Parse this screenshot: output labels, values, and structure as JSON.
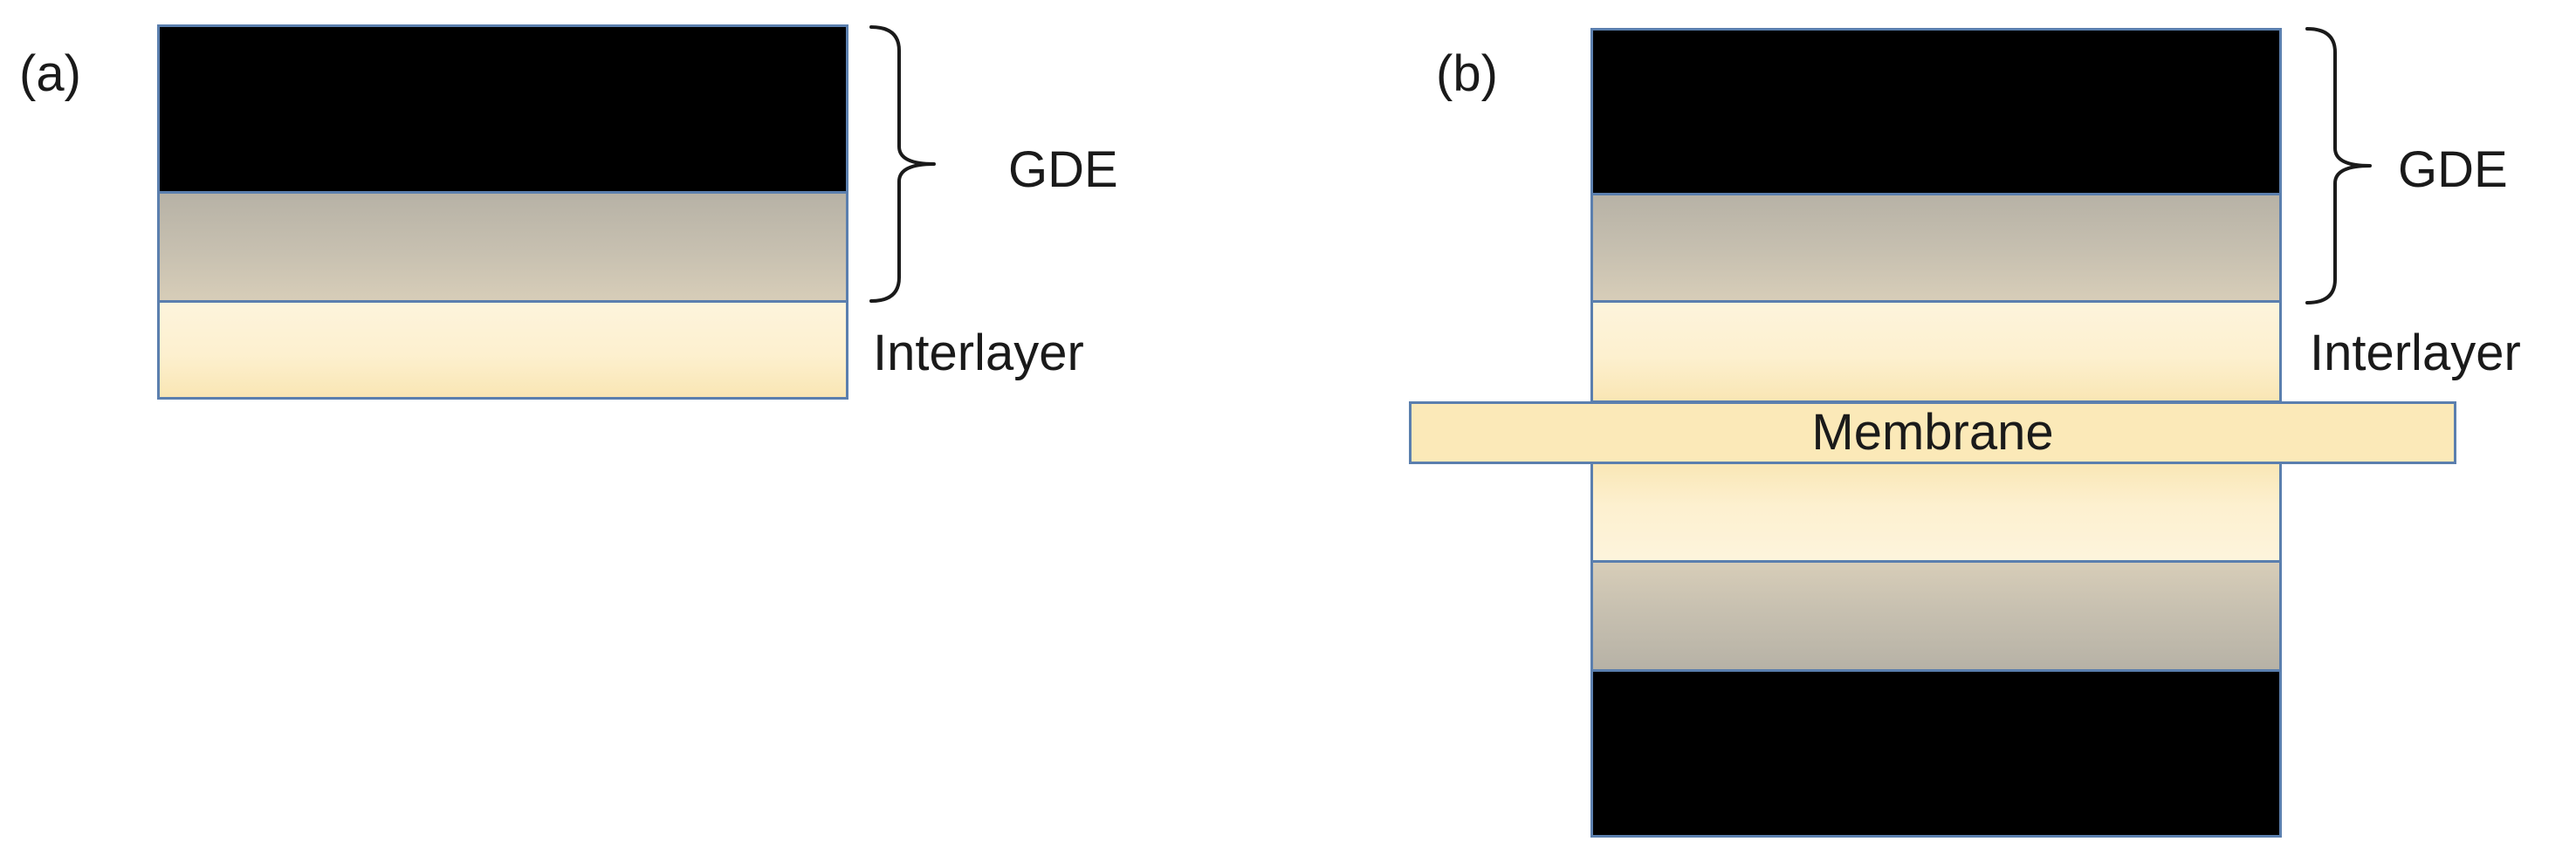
{
  "panels": [
    {
      "label": "(a)",
      "gde_label": "GDE",
      "interlayer_label": "Interlayer"
    },
    {
      "label": "(b)",
      "gde_label": "GDE",
      "interlayer_label": "Interlayer",
      "membrane_label": "Membrane"
    }
  ],
  "colors": {
    "border": "#5b7fae",
    "gas_diffusion_layer": "#000000",
    "microporous_layer": "#c7c0b0",
    "interlayer": "#fdf0cf",
    "membrane": "#fbe9b8"
  }
}
